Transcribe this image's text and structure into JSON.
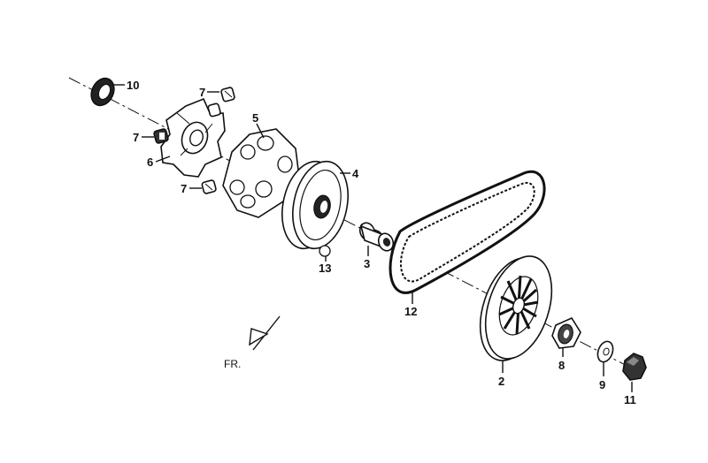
{
  "diagram": {
    "direction_label": "FR.",
    "callouts": [
      {
        "id": "c10",
        "text": "10"
      },
      {
        "id": "c7a",
        "text": "7"
      },
      {
        "id": "c5",
        "text": "5"
      },
      {
        "id": "c7b",
        "text": "7"
      },
      {
        "id": "c6",
        "text": "6"
      },
      {
        "id": "c7c",
        "text": "7"
      },
      {
        "id": "c4",
        "text": "4"
      },
      {
        "id": "c13",
        "text": "13"
      },
      {
        "id": "c3",
        "text": "3"
      },
      {
        "id": "c12",
        "text": "12"
      },
      {
        "id": "c2",
        "text": "2"
      },
      {
        "id": "c8",
        "text": "8"
      },
      {
        "id": "c9",
        "text": "9"
      },
      {
        "id": "c11",
        "text": "11"
      }
    ]
  }
}
